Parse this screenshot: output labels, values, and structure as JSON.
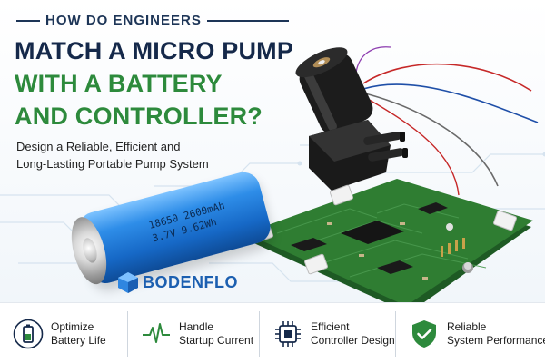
{
  "header": {
    "eyebrow": "HOW DO ENGINEERS",
    "title_lines": [
      "MATCH A MICRO PUMP",
      "WITH A BATTERY",
      "AND CONTROLLER?"
    ],
    "subtitle_lines": [
      "Design a Reliable, Efficient and",
      "Long-Lasting Portable Pump System"
    ]
  },
  "battery": {
    "label_lines": [
      "18650 2600mAh",
      "3.7V 9.62Wh"
    ]
  },
  "brand": {
    "name": "BODENFLO"
  },
  "features": [
    {
      "icon": "battery-icon",
      "lines": [
        "Optimize",
        "Battery Life"
      ]
    },
    {
      "icon": "pulse-icon",
      "lines": [
        "Handle",
        "Startup Current"
      ]
    },
    {
      "icon": "chip-icon",
      "lines": [
        "Efficient",
        "Controller Design"
      ]
    },
    {
      "icon": "shield-check-icon",
      "lines": [
        "Reliable",
        "System Performance"
      ]
    }
  ],
  "colors": {
    "navy": "#15294a",
    "green": "#2d8a3c",
    "battery_blue": "#1668c6",
    "pcb_green": "#2f7d32",
    "brand_blue": "#1c5fb0"
  }
}
